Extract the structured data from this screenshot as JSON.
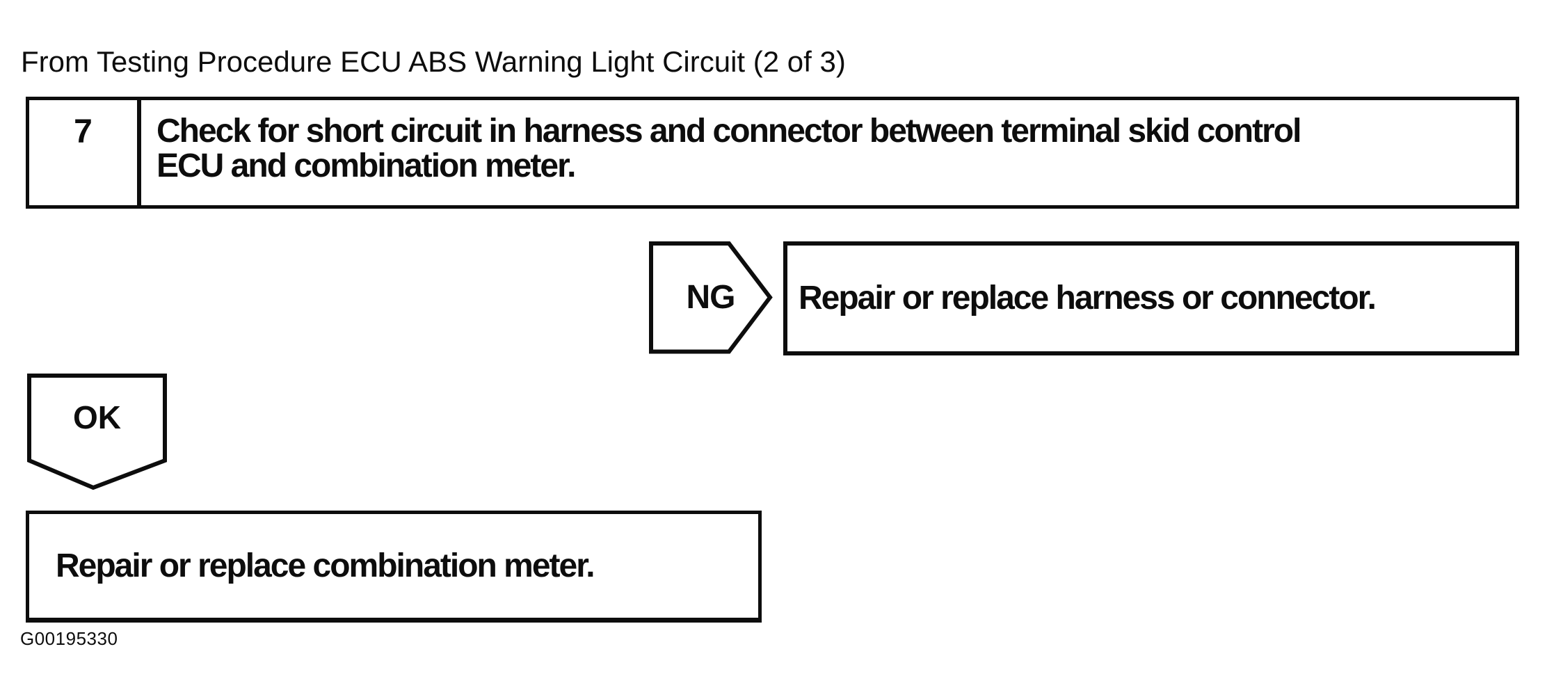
{
  "page": {
    "source_reference": "From Testing Procedure ECU ABS Warning Light Circuit (2 of 3)",
    "figure_id": "G00195330"
  },
  "flowchart": {
    "step": {
      "number": "7",
      "instruction_line1": "Check for short circuit in harness and connector between terminal skid control",
      "instruction_line2": "ECU and combination meter."
    },
    "ng_branch": {
      "label": "NG",
      "action": "Repair or replace harness or connector."
    },
    "ok_branch": {
      "label": "OK",
      "action": "Repair or replace combination meter."
    }
  },
  "colors": {
    "ink": "#0d0d0d",
    "paper": "#ffffff"
  }
}
